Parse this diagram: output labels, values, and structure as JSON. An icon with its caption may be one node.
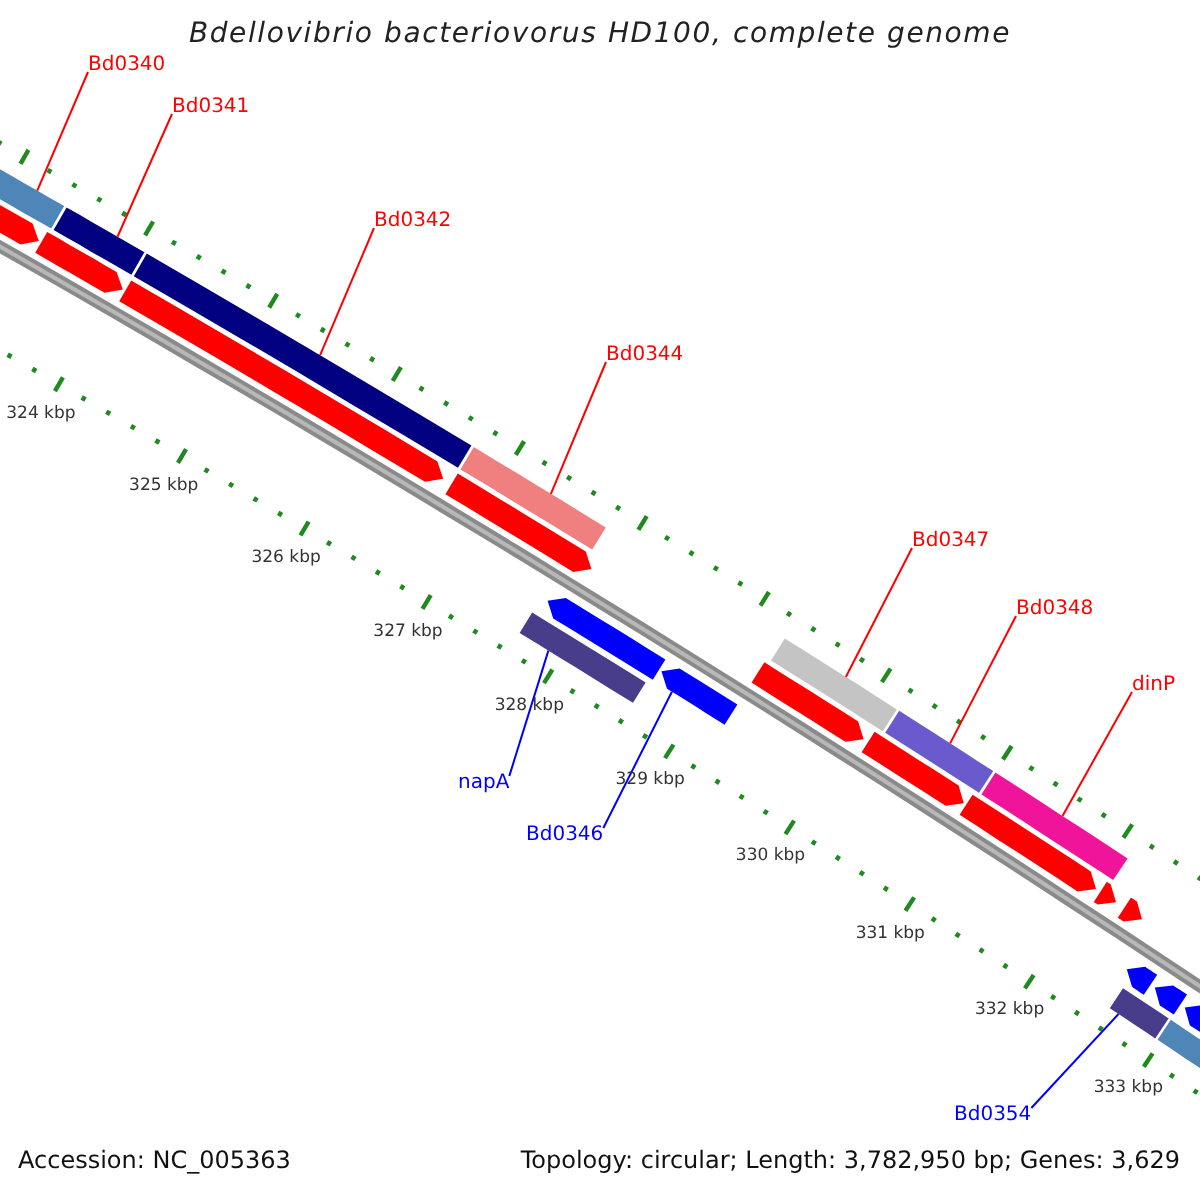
{
  "diagram": {
    "title": "Bdellovibrio bacteriovorus HD100, complete genome",
    "nodes": [
      {
        "text": [
          "Bd0340"
        ]
      },
      {
        "text": [],
        "shape": "bar"
      },
      {
        "text": [
          "Bd0341"
        ]
      },
      {
        "text": [],
        "shape": "bar"
      },
      {
        "text": [
          "Bd0342"
        ]
      },
      {
        "text": [],
        "shape": "bar"
      },
      {
        "text": [
          "Bd0344"
        ]
      },
      {
        "text": [],
        "shape": "bar"
      },
      {
        "text": [
          "Bd0347"
        ]
      },
      {
        "text": [],
        "shape": "bar"
      },
      {
        "text": [
          "Bd0348"
        ]
      },
      {
        "text": [],
        "shape": "bar"
      },
      {
        "text": [
          "dinP"
        ]
      },
      {
        "text": [],
        "shape": "bar"
      },
      {
        "text": [],
        "shape": "bar"
      },
      {
        "text": [],
        "shape": "arrow"
      },
      {
        "text": [
          "napA"
        ]
      },
      {
        "text": [
          "Bd0346"
        ]
      },
      {
        "text": [],
        "shape": "bar"
      },
      {
        "text": [
          "Bd0354"
        ]
      },
      {
        "text": [],
        "shape": "arrow"
      },
      {
        "text": [],
        "shape": "arrow"
      },
      {
        "text": [],
        "shape": "arrow"
      },
      {
        "text": [],
        "shape": "arrow"
      },
      {
        "text": [],
        "shape": "arrow"
      },
      {
        "text": [],
        "shape": "arrow"
      },
      {
        "text": [],
        "shape": "arrow"
      },
      {
        "text": [],
        "shape": "arrow"
      },
      {
        "text": [],
        "shape": "arrow"
      },
      {
        "text": [],
        "shape": "arrow"
      },
      {
        "text": [],
        "shape": "arrow"
      },
      {
        "text": [],
        "shape": "arrow"
      },
      {
        "text": [],
        "shape": "arrow"
      },
      {
        "text": [],
        "shape": "bar"
      }
    ],
    "edges": [
      {
        "from": 0,
        "to": 1,
        "arrow": "none"
      },
      {
        "from": 2,
        "to": 3,
        "arrow": "none"
      },
      {
        "from": 4,
        "to": 5,
        "arrow": "none"
      },
      {
        "from": 6,
        "to": 7,
        "arrow": "none"
      },
      {
        "from": 8,
        "to": 9,
        "arrow": "none"
      },
      {
        "from": 10,
        "to": 11,
        "arrow": "none"
      },
      {
        "from": 12,
        "to": 13,
        "arrow": "none"
      },
      {
        "from": 16,
        "to": 14,
        "arrow": "none",
        "color": "#0000ff"
      },
      {
        "from": 17,
        "to": 15,
        "arrow": "none",
        "color": "#0000ff"
      },
      {
        "from": 19,
        "to": 18,
        "arrow": "none",
        "color": "#0000ff"
      }
    ],
    "labels": [
      "324 kbp",
      "325 kbp",
      "326 kbp",
      "327 kbp",
      "328 kbp",
      "329 kbp",
      "330 kbp",
      "331 kbp",
      "332 kbp",
      "333 kbp",
      "Accession: NC_005363",
      "Topology: circular; Length: 3,782,950 bp; Genes: 3,629"
    ]
  }
}
